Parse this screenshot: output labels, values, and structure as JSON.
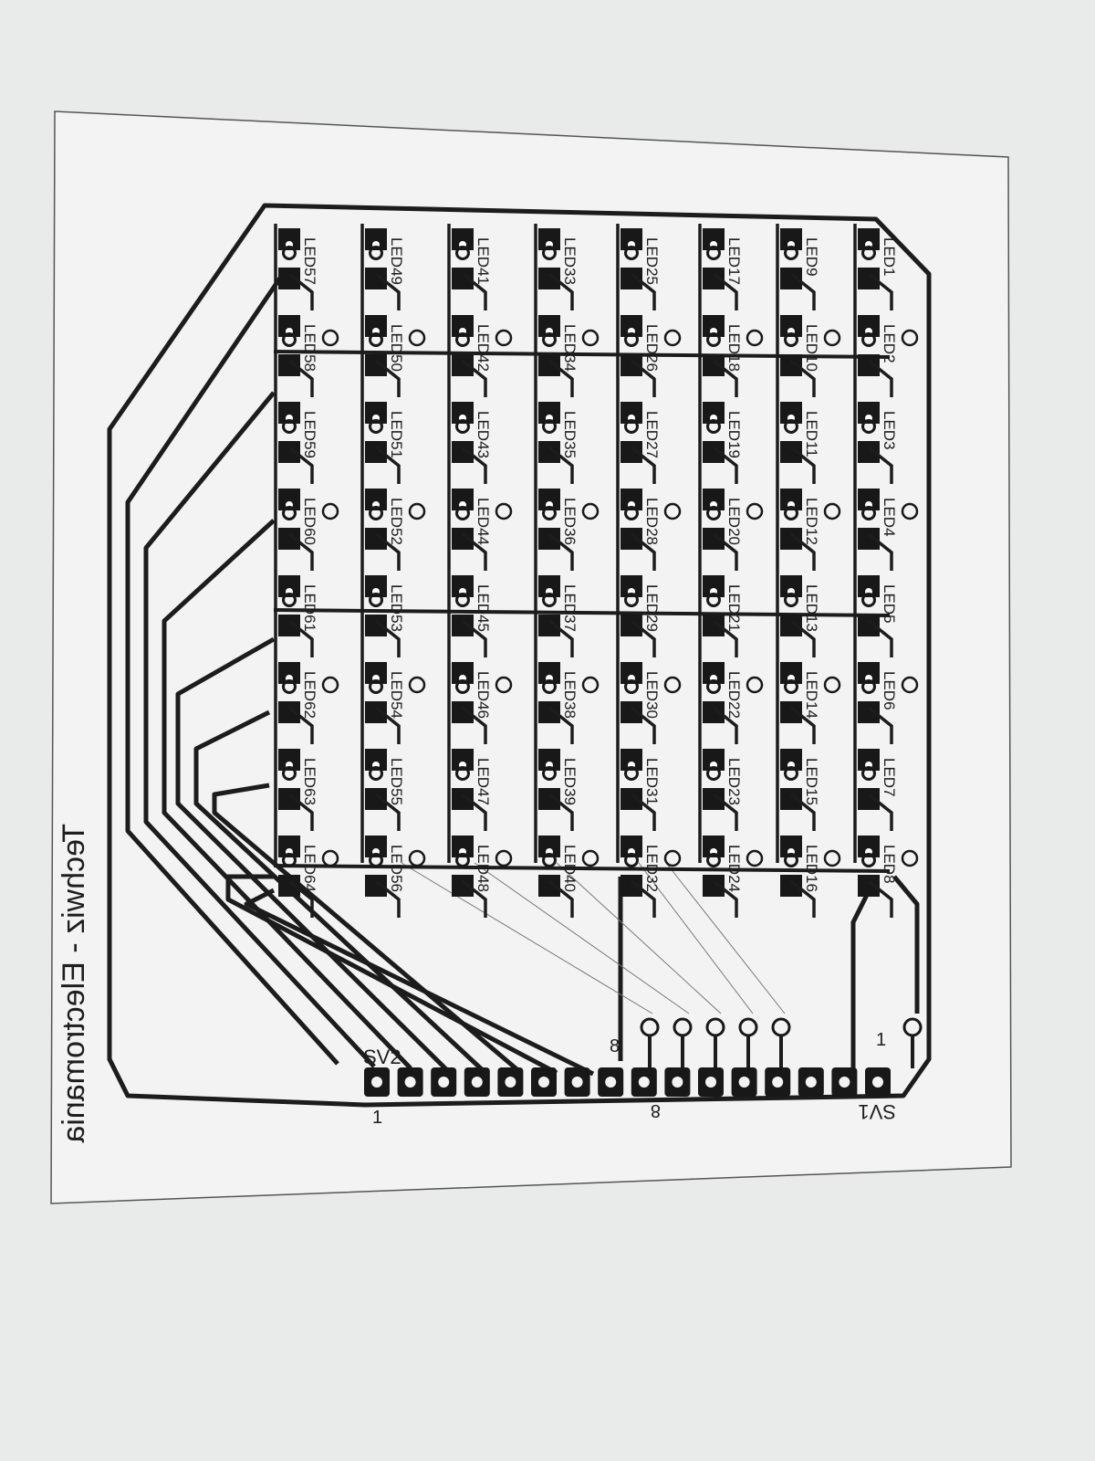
{
  "board": {
    "title": "Techwiz - Electromania",
    "colors": {
      "paper": "#f2f3f2",
      "trace": "#1c1c1c",
      "pad": "#181818",
      "ratsnest": "#777777",
      "background": "#e9ebea"
    }
  },
  "leds": [
    "LED1",
    "LED2",
    "LED3",
    "LED4",
    "LED5",
    "LED6",
    "LED7",
    "LED8",
    "LED9",
    "LED10",
    "LED11",
    "LED12",
    "LED13",
    "LED14",
    "LED15",
    "LED16",
    "LED17",
    "LED18",
    "LED19",
    "LED20",
    "LED21",
    "LED22",
    "LED23",
    "LED24",
    "LED25",
    "LED26",
    "LED27",
    "LED28",
    "LED29",
    "LED30",
    "LED31",
    "LED32",
    "LED33",
    "LED34",
    "LED35",
    "LED36",
    "LED37",
    "LED38",
    "LED39",
    "LED40",
    "LED41",
    "LED42",
    "LED43",
    "LED44",
    "LED45",
    "LED46",
    "LED47",
    "LED48",
    "LED49",
    "LED50",
    "LED51",
    "LED52",
    "LED53",
    "LED54",
    "LED55",
    "LED56",
    "LED57",
    "LED58",
    "LED59",
    "LED60",
    "LED61",
    "LED62",
    "LED63",
    "LED64"
  ],
  "connectors": {
    "sv1": {
      "name": "SV1",
      "pin_first": "1",
      "pin_last": "8"
    },
    "sv2": {
      "name": "SV2",
      "pin_first": "1",
      "pin_last": "8"
    }
  }
}
